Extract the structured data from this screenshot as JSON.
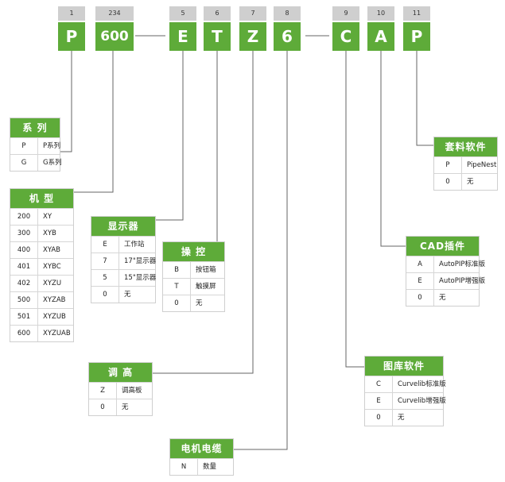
{
  "codes": [
    {
      "num": "1",
      "letter": "P"
    },
    {
      "num": "234",
      "letter": "600"
    },
    {
      "num": "5",
      "letter": "E"
    },
    {
      "num": "6",
      "letter": "T"
    },
    {
      "num": "7",
      "letter": "Z"
    },
    {
      "num": "8",
      "letter": "6"
    },
    {
      "num": "9",
      "letter": "C"
    },
    {
      "num": "10",
      "letter": "A"
    },
    {
      "num": "11",
      "letter": "P"
    }
  ],
  "tables": {
    "series": {
      "title": "系 列",
      "rows": [
        [
          "P",
          "P系列"
        ],
        [
          "G",
          "G系列"
        ]
      ]
    },
    "model": {
      "title": "机 型",
      "rows": [
        [
          "200",
          "XY"
        ],
        [
          "300",
          "XYB"
        ],
        [
          "400",
          "XYAB"
        ],
        [
          "401",
          "XYBC"
        ],
        [
          "402",
          "XYZU"
        ],
        [
          "500",
          "XYZAB"
        ],
        [
          "501",
          "XYZUB"
        ],
        [
          "600",
          "XYZUAB"
        ]
      ]
    },
    "display": {
      "title": "显示器",
      "rows": [
        [
          "E",
          "工作站"
        ],
        [
          "7",
          "17\"显示器"
        ],
        [
          "5",
          "15\"显示器"
        ],
        [
          "0",
          "无"
        ]
      ]
    },
    "control": {
      "title": "操 控",
      "rows": [
        [
          "B",
          "按钮箱"
        ],
        [
          "T",
          "触摸屏"
        ],
        [
          "0",
          "无"
        ]
      ]
    },
    "height": {
      "title": "调 高",
      "rows": [
        [
          "Z",
          "调高板"
        ],
        [
          "0",
          "无"
        ]
      ]
    },
    "cable": {
      "title": "电机电缆",
      "rows": [
        [
          "N",
          "数量"
        ]
      ]
    },
    "library": {
      "title": "图库软件",
      "rows": [
        [
          "C",
          "Curvelib标准版"
        ],
        [
          "E",
          "Curvelib增强版"
        ],
        [
          "0",
          "无"
        ]
      ]
    },
    "cad": {
      "title": "CAD插件",
      "rows": [
        [
          "A",
          "AutoPIP标准版"
        ],
        [
          "E",
          "AutoPIP增强版"
        ],
        [
          "0",
          "无"
        ]
      ]
    },
    "nesting": {
      "title": "套料软件",
      "rows": [
        [
          "P",
          "PipeNest"
        ],
        [
          "0",
          "无"
        ]
      ]
    }
  },
  "colors": {
    "accent_green": "#5eab39",
    "header_gray": "#cfcfcf",
    "line": "#666666"
  }
}
